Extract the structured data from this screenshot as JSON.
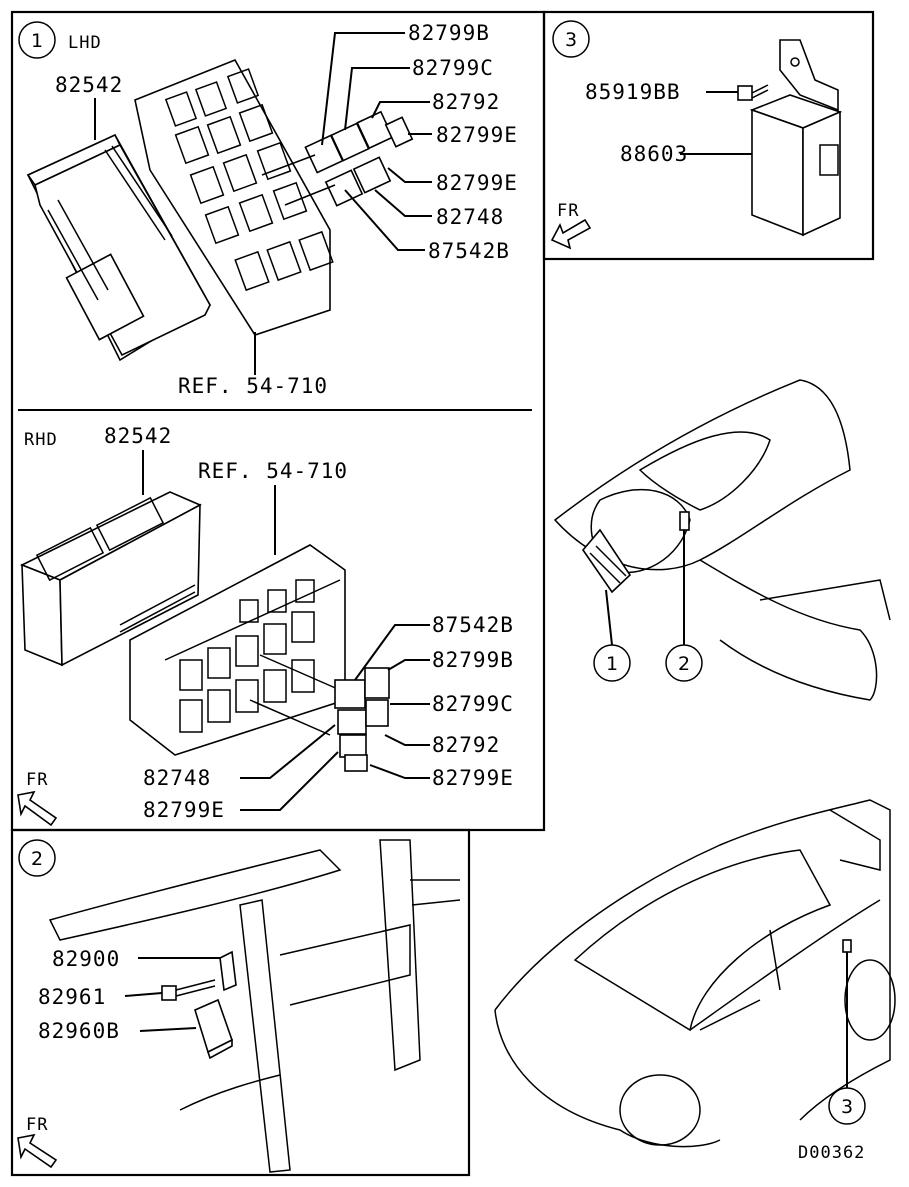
{
  "diagram_id": "D00362",
  "sections": {
    "s1": {
      "number": "1",
      "lhd": {
        "label": "LHD",
        "ecu": "82542",
        "ref": "REF. 54-710",
        "parts": [
          "82799B",
          "82799C",
          "82792",
          "82799E",
          "82799E",
          "82748",
          "87542B"
        ]
      },
      "rhd": {
        "label": "RHD",
        "ecu": "82542",
        "ref": "REF. 54-710",
        "parts_right": [
          "87542B",
          "82799B",
          "82799C",
          "82792",
          "82799E"
        ],
        "parts_left": [
          "82748",
          "82799E"
        ],
        "fr": "FR"
      }
    },
    "s2": {
      "number": "2",
      "parts": [
        "82900",
        "82961",
        "82960B"
      ],
      "fr": "FR"
    },
    "s3": {
      "number": "3",
      "parts": [
        "85919BB",
        "88603"
      ],
      "fr": "FR"
    },
    "callouts": {
      "interior": [
        "1",
        "2"
      ],
      "exterior": [
        "3"
      ]
    }
  }
}
